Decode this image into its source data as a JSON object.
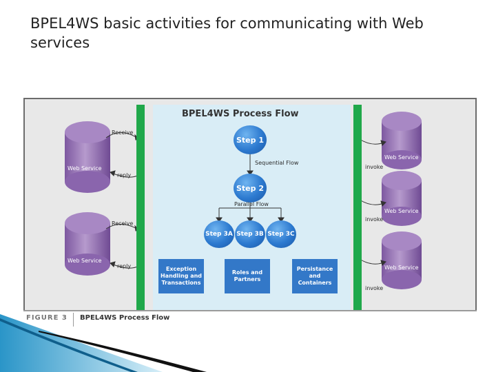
{
  "slide": {
    "title": "BPEL4WS basic activities for communicating with Web services"
  },
  "figure": {
    "panel_title": "BPEL4WS Process Flow",
    "steps": {
      "step1": "Step 1",
      "step2": "Step 2",
      "step3a": "Step 3A",
      "step3b": "Step 3B",
      "step3c": "Step 3C"
    },
    "sequential_flow": "Sequential Flow",
    "parallel_flow": "Parallel Flow",
    "boxes": {
      "exception": "Exception Handling and Transactions",
      "roles": "Roles and Partners",
      "persistence": "Persistance and Containers"
    },
    "left_services": [
      {
        "label": "Web Service",
        "receive": "Receive",
        "reply": "reply"
      },
      {
        "label": "Web Service",
        "receive": "Receive",
        "reply": "reply"
      }
    ],
    "right_services": [
      {
        "label": "Web Service",
        "invoke": "invoke"
      },
      {
        "label": "Web Service",
        "invoke": "invoke"
      },
      {
        "label": "Web Service",
        "invoke": "invoke"
      }
    ],
    "caption": {
      "number": "FIGURE 3",
      "text": "BPEL4WS Process Flow"
    }
  },
  "colors": {
    "green_bar": "#20a84a",
    "step_blue": "#2c79cf",
    "box_blue": "#3378c8",
    "service_purple": "#9d74b8",
    "panel_bg": "#d9edf6"
  }
}
